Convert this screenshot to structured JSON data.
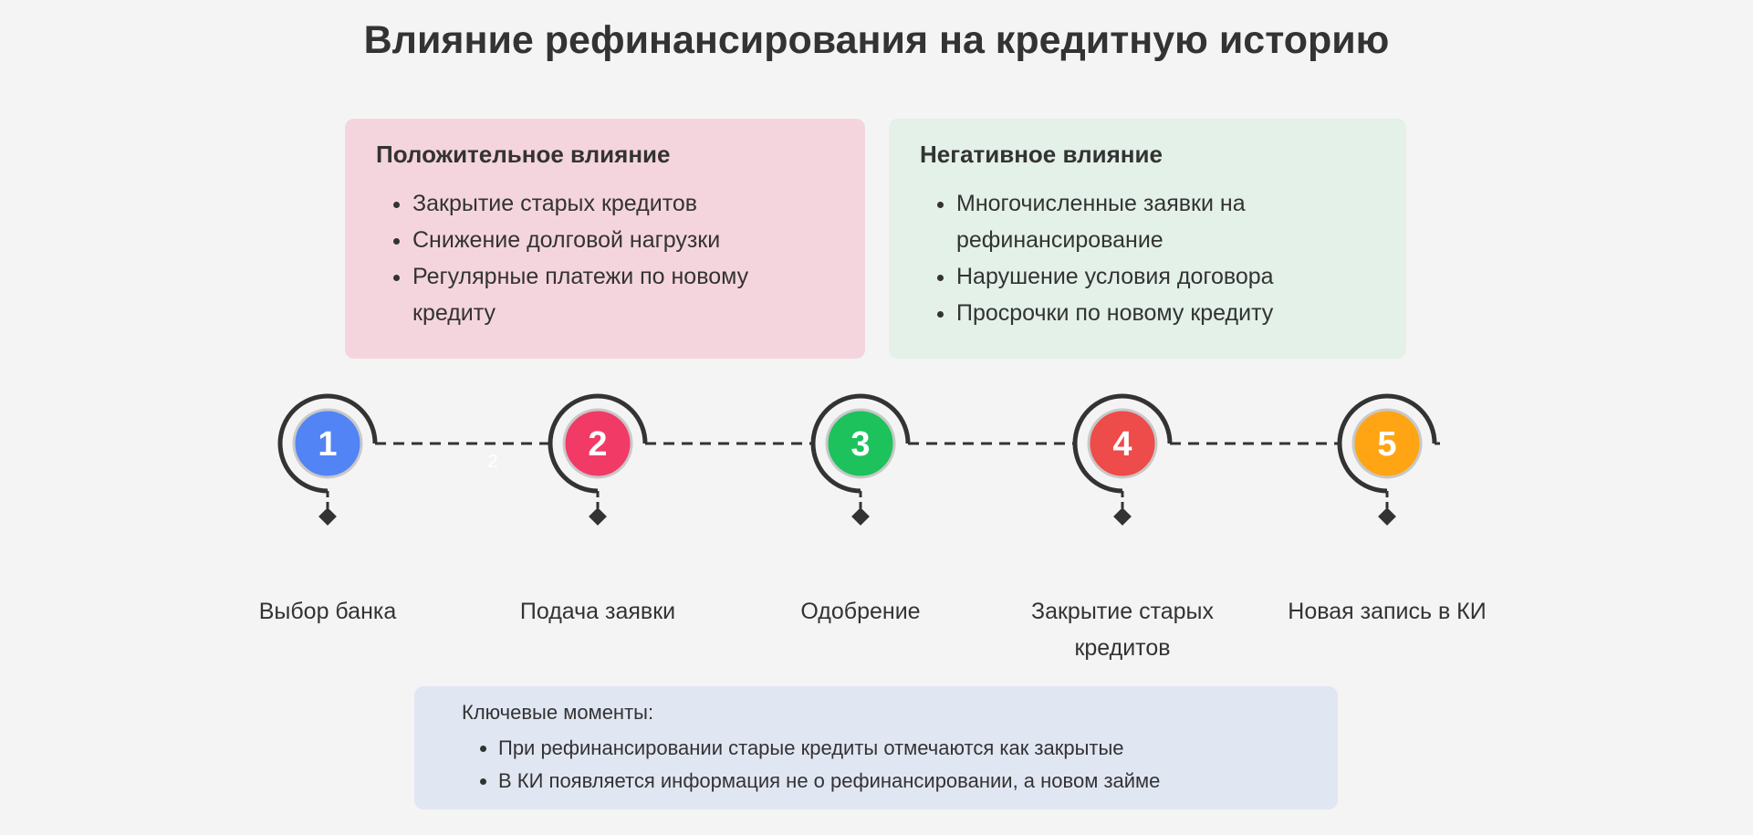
{
  "title": "Влияние рефинансирования на кредитную историю",
  "positive": {
    "heading": "Положительное влияние",
    "items": [
      "Закрытие старых кредитов",
      "Снижение долговой нагрузки",
      "Регулярные платежи по новому кредиту"
    ]
  },
  "negative": {
    "heading": "Негативное влияние",
    "items": [
      "Многочисленные заявки на рефинансирование",
      "Нарушение условия договора",
      "Просрочки по новому кредиту"
    ]
  },
  "steps": [
    {
      "number": "1",
      "label": "Выбор банка",
      "color": "#5284f5"
    },
    {
      "number": "2",
      "label": "Подача заявки",
      "color": "#f23a66"
    },
    {
      "number": "3",
      "label": "Одобрение",
      "color": "#1dc25c"
    },
    {
      "number": "4",
      "label": "Закрытие старых кредитов",
      "color": "#ee4b4b"
    },
    {
      "number": "5",
      "label": "Новая запись в КИ",
      "color": "#ffa514"
    }
  ],
  "connector_label": "2",
  "key_points": {
    "heading": "Ключевые моменты:",
    "items": [
      "При рефинансировании старые кредиты отмечаются как закрытые",
      "В КИ появляется информация не о рефинансировании, а новом займе"
    ]
  }
}
